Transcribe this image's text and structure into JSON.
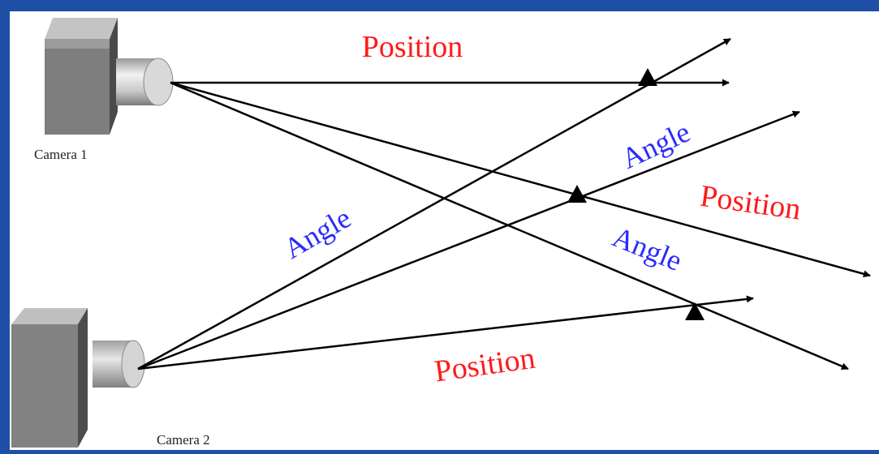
{
  "colors": {
    "background": "#1f4fa6",
    "panel": "#ffffff",
    "ray": "#000000",
    "position_label": "#ff1a1a",
    "angle_label": "#2b2bff",
    "caption": "#222222"
  },
  "cameras": [
    {
      "id": "camera-1",
      "label": "Camera 1"
    },
    {
      "id": "camera-2",
      "label": "Camera 2"
    }
  ],
  "labels": {
    "position_top": "Position",
    "position_right": "Position",
    "position_bottom": "Position",
    "angle_upper": "Angle",
    "angle_left": "Angle",
    "angle_lower": "Angle"
  }
}
